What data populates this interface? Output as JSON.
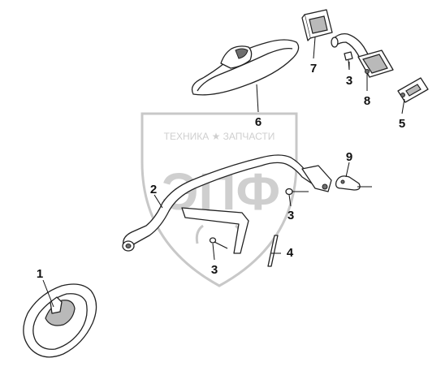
{
  "watermark": {
    "top_text": "ТЕХНИКА ★ ЗАПЧАСТИ",
    "logo_text": "ЭПФ"
  },
  "callouts": [
    {
      "id": "callout-1",
      "label": "1"
    },
    {
      "id": "callout-2",
      "label": "2"
    },
    {
      "id": "callout-3a",
      "label": "3"
    },
    {
      "id": "callout-3b",
      "label": "3"
    },
    {
      "id": "callout-3c",
      "label": "3"
    },
    {
      "id": "callout-4",
      "label": "4"
    },
    {
      "id": "callout-5",
      "label": "5"
    },
    {
      "id": "callout-6",
      "label": "6"
    },
    {
      "id": "callout-7",
      "label": "7"
    },
    {
      "id": "callout-8",
      "label": "8"
    },
    {
      "id": "callout-9",
      "label": "9"
    }
  ],
  "colors": {
    "line": "#222222",
    "shade": "#b9b9b9",
    "watermark": "#c8c8c8"
  }
}
